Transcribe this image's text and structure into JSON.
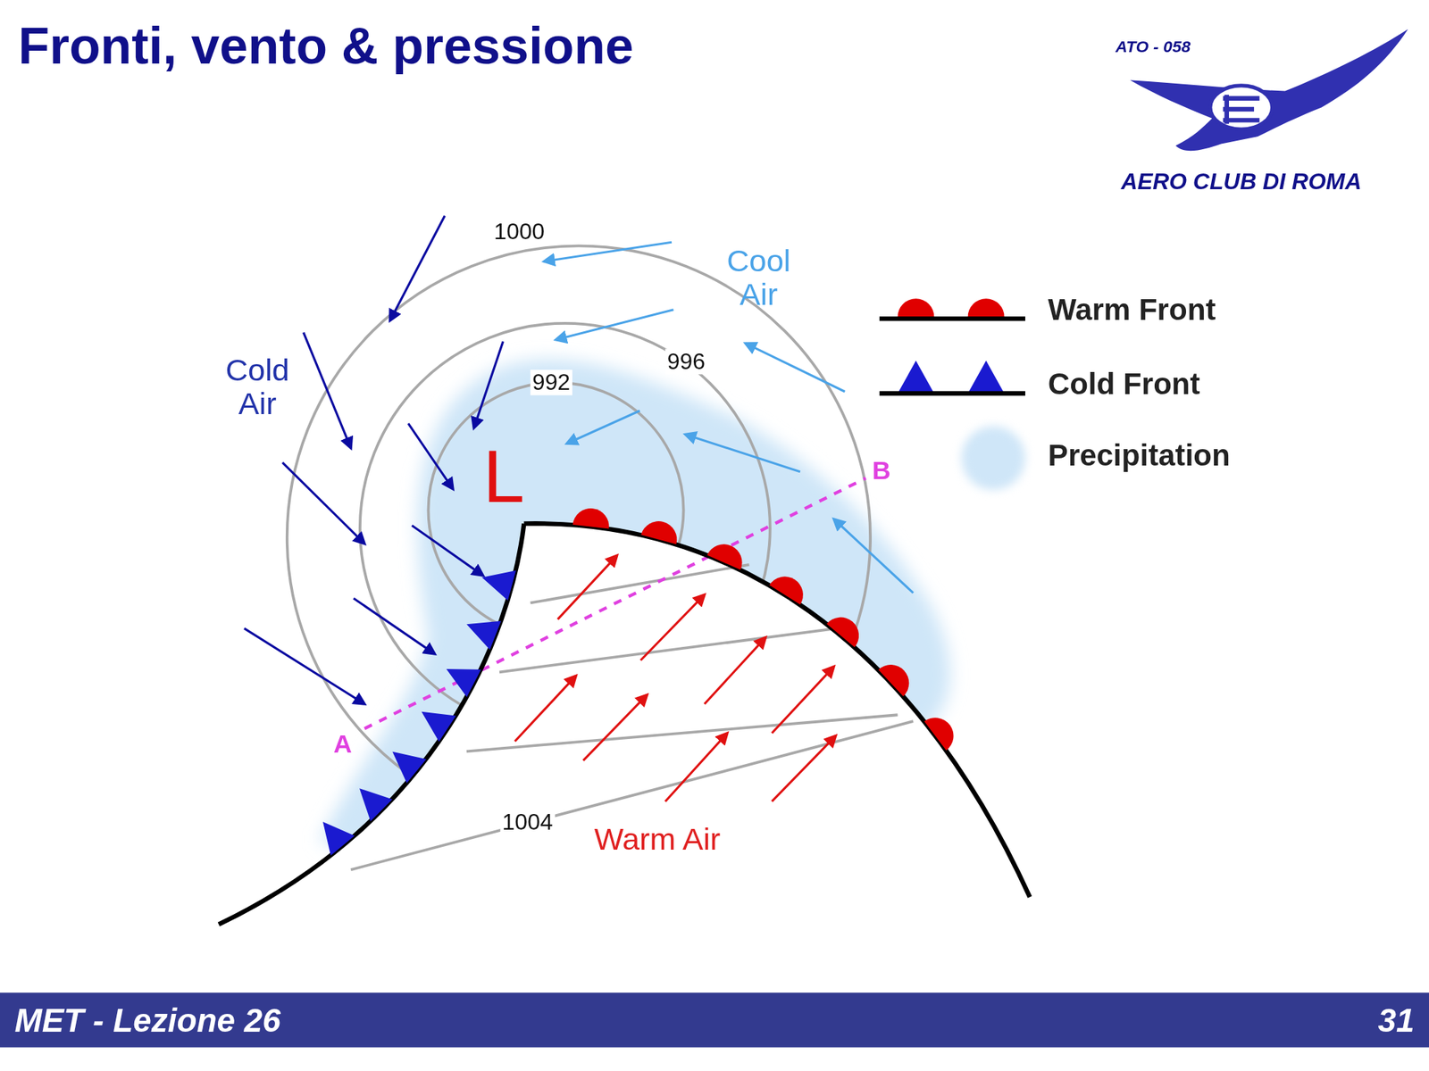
{
  "diagram": {
    "title": "Fronti, vento & pressione",
    "labels": [
      "ATO - 058",
      "AERO CLUB DI ROMA",
      "1000",
      "Cool Air",
      "Cold Air",
      "996",
      "992",
      "L",
      "B",
      "A",
      "1004",
      "Warm Air",
      "MET - Lezione 26",
      "31"
    ],
    "legend": [
      {
        "text": "Warm Front"
      },
      {
        "text": "Cold Front"
      },
      {
        "text": "Precipitation",
        "color": "#cfe6f8"
      }
    ]
  }
}
